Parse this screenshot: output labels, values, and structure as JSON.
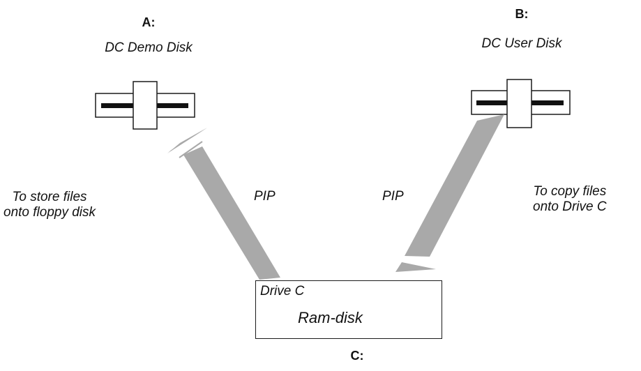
{
  "drives": {
    "a": {
      "letter": "A:",
      "disk": "DC Demo Disk"
    },
    "b": {
      "letter": "B:",
      "disk": "DC User Disk"
    },
    "c": {
      "letter": "C:",
      "title": "Drive C",
      "subtitle": "Ram-disk"
    }
  },
  "arrows": {
    "left": {
      "label": "PIP",
      "description": "from Drive C to A:"
    },
    "right": {
      "label": "PIP",
      "description": "from B: to Drive C"
    }
  },
  "notes": {
    "store": [
      "To store files",
      "onto floppy disk"
    ],
    "copy": [
      "To copy files",
      "onto Drive C"
    ]
  },
  "colors": {
    "arrow": "#a9a9a9",
    "outline": "#1a1a1a"
  },
  "icons": {
    "drive_a": "floppy-drive-icon",
    "drive_b": "floppy-drive-icon"
  }
}
